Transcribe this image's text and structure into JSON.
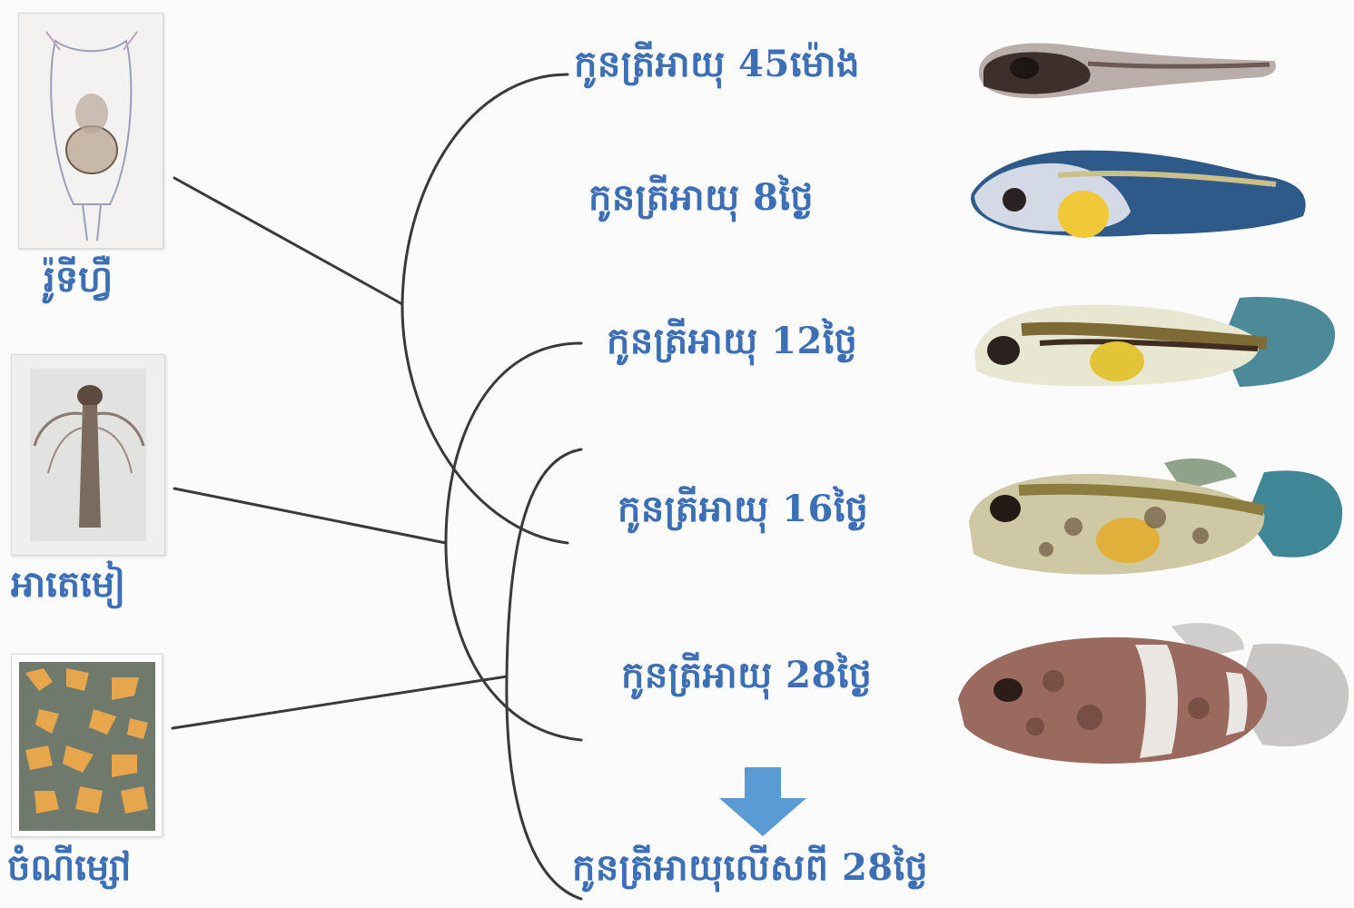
{
  "foods": [
    {
      "label": "រ៉ូទីហ្វឺ",
      "icon": "rotifer-image"
    },
    {
      "label": "អាតេមៀ",
      "icon": "artemia-image"
    },
    {
      "label": "ចំណីម្សៅ",
      "icon": "powder-feed-image"
    }
  ],
  "stages": [
    {
      "label": "កូនត្រីអាយុ 45ម៉ោង",
      "icon": "larva-45h-image"
    },
    {
      "label": "កូនត្រីអាយុ 8ថ្ងៃ",
      "icon": "larva-8d-image"
    },
    {
      "label": "កូនត្រីអាយុ 12ថ្ងៃ",
      "icon": "larva-12d-image"
    },
    {
      "label": "កូនត្រីអាយុ 16ថ្ងៃ",
      "icon": "larva-16d-image"
    },
    {
      "label": "កូនត្រីអាយុ 28ថ្ងៃ",
      "icon": "juvenile-28d-image"
    }
  ],
  "final_stage": {
    "label": "កូនត្រីអាយុលើសពី 28ថ្ងៃ",
    "arrow_icon": "down-arrow-icon"
  },
  "colors": {
    "text": "#3d6fb6",
    "arrow": "#5b9bd5",
    "line": "#3a3a3a"
  }
}
